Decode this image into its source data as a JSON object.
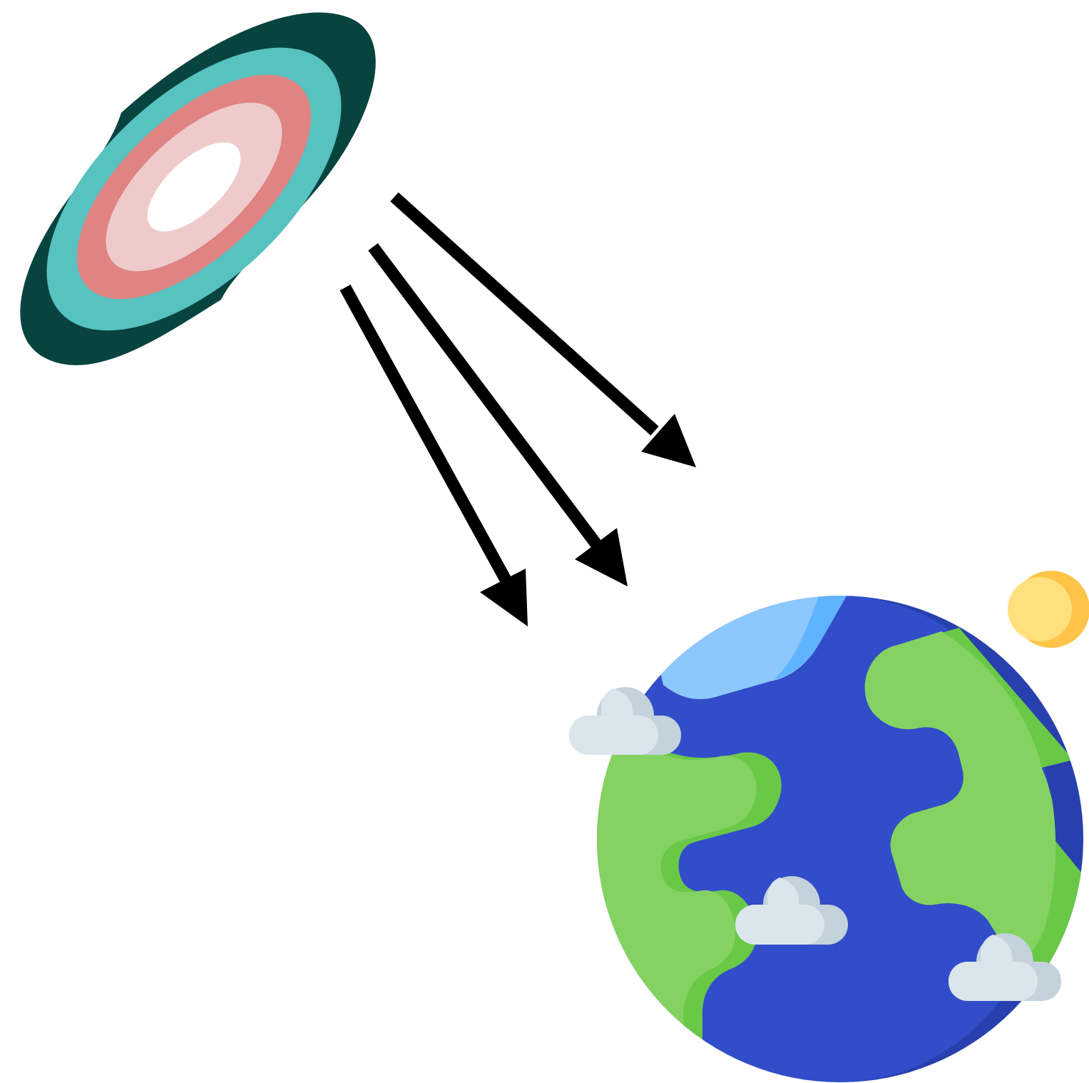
{
  "diagram": {
    "elements": [
      {
        "role": "source",
        "icon": "galaxy-icon"
      },
      {
        "role": "radiation",
        "icon": "arrow-icon",
        "count": 3
      },
      {
        "role": "target",
        "icon": "earth-icon"
      },
      {
        "role": "companion",
        "icon": "moon-icon"
      },
      {
        "role": "decoration",
        "icon": "cloud-icon",
        "count": 3
      }
    ],
    "colors": {
      "galaxy_outer": "#08443f",
      "galaxy_ring_teal": "#57c2bf",
      "galaxy_ring_salmon": "#df8383",
      "galaxy_ring_pink": "#eecbca",
      "ocean": "#324dc9",
      "ocean_shadow": "#2740ad",
      "land": "#84d262",
      "land_shadow": "#6ac847",
      "ice": "#8cc8fd",
      "ice_shadow": "#5fb3ff",
      "moon": "#ffe07d",
      "moon_shadow": "#ffc448",
      "cloud": "#dae6ec",
      "cloud_shadow": "#c4d2dc",
      "arrow": "#000000"
    }
  }
}
